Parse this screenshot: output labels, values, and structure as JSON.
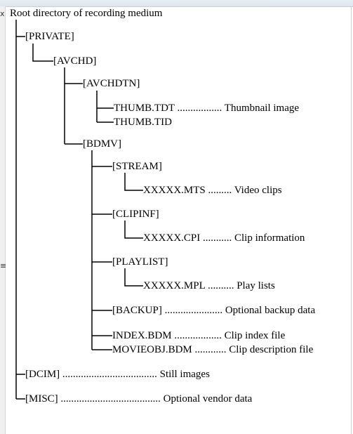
{
  "root": "Root directory of recording medium",
  "nodes": {
    "private": "[PRIVATE]",
    "avchd": "[AVCHD]",
    "avchdtn": "[AVCHDTN]",
    "thumb_tdt": "THUMB.TDT ................. Thumbnail image",
    "thumb_tid": "THUMB.TID",
    "bdmv": "[BDMV]",
    "stream": "[STREAM]",
    "mts": "XXXXX.MTS ......... Video clips",
    "clipinf": "[CLIPINF]",
    "cpi": "XXXXX.CPI ........... Clip information",
    "playlist": "[PLAYLIST]",
    "mpl": "XXXXX.MPL .......... Play lists",
    "backup": "[BACKUP] ...................... Optional backup data",
    "index": "INDEX.BDM .................. Clip index file",
    "movieobj": "MOVIEOBJ.BDM ............ Clip description file",
    "dcim": "[DCIM] .................................... Still images",
    "misc": "[MISC] ...................................... Optional vendor data"
  },
  "edge_glyphs": {
    "top": "x",
    "mid": "≡"
  },
  "colors": {
    "line": "#000000",
    "background": "#ffffff"
  }
}
